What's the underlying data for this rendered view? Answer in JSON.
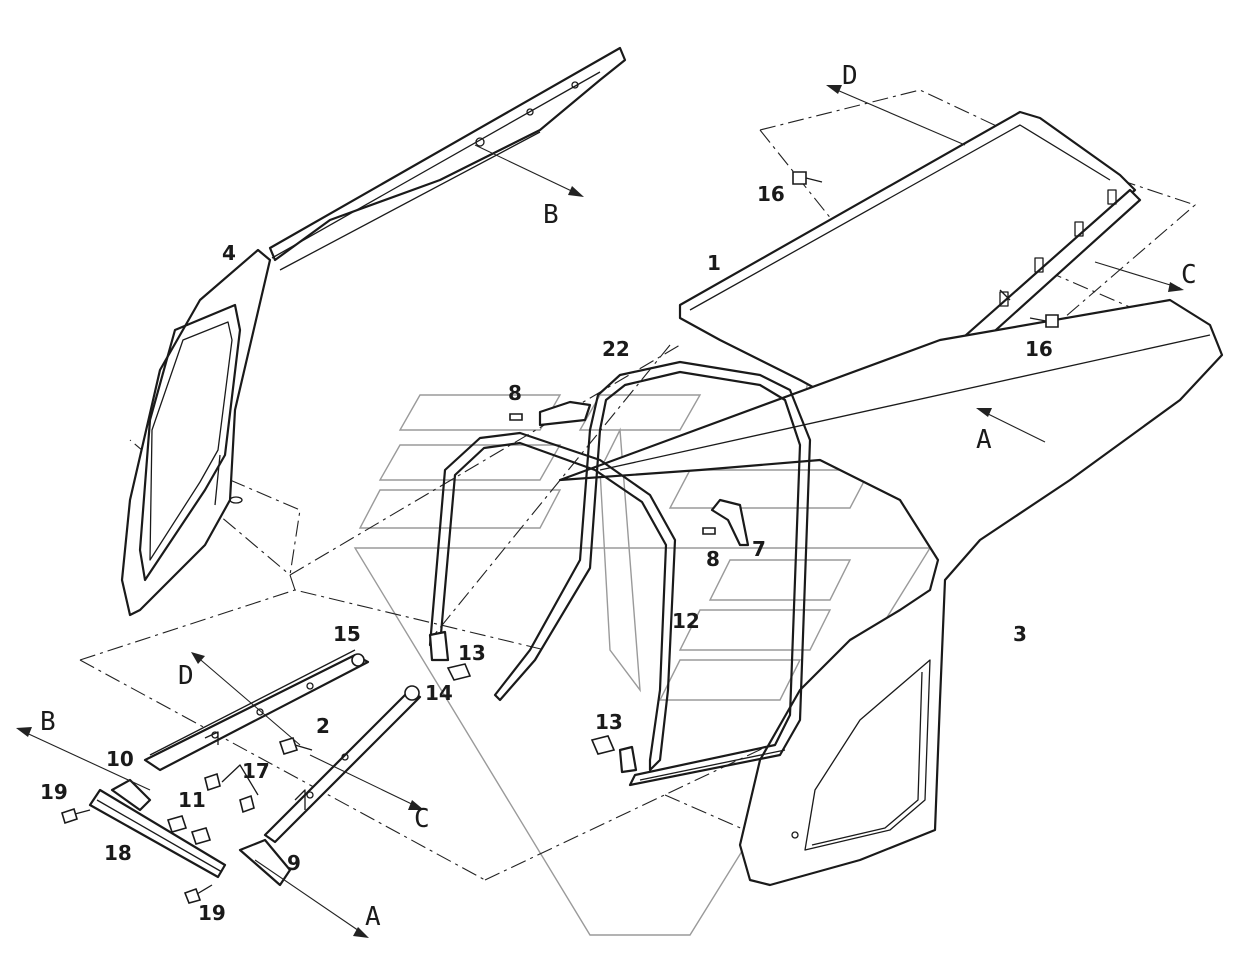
{
  "callouts": {
    "n1": "1",
    "n2": "2",
    "n3": "3",
    "n4": "4",
    "n7": "7",
    "n8a": "8",
    "n8b": "8",
    "n9": "9",
    "n10": "10",
    "n11": "11",
    "n12": "12",
    "n13a": "13",
    "n13b": "13",
    "n14": "14",
    "n15": "15",
    "n16a": "16",
    "n16b": "16",
    "n17": "17",
    "n18": "18",
    "n19a": "19",
    "n19b": "19",
    "n22": "22"
  },
  "view_letters": {
    "a_top": "A",
    "a_bottom": "A",
    "b_top": "B",
    "b_bottom": "B",
    "c_right": "C",
    "c_bottom": "C",
    "d_top": "D",
    "d_bottom": "D"
  },
  "colors": {
    "line": "#1a1a1a",
    "watermark": "#9a9a9a",
    "background": "#ffffff"
  }
}
